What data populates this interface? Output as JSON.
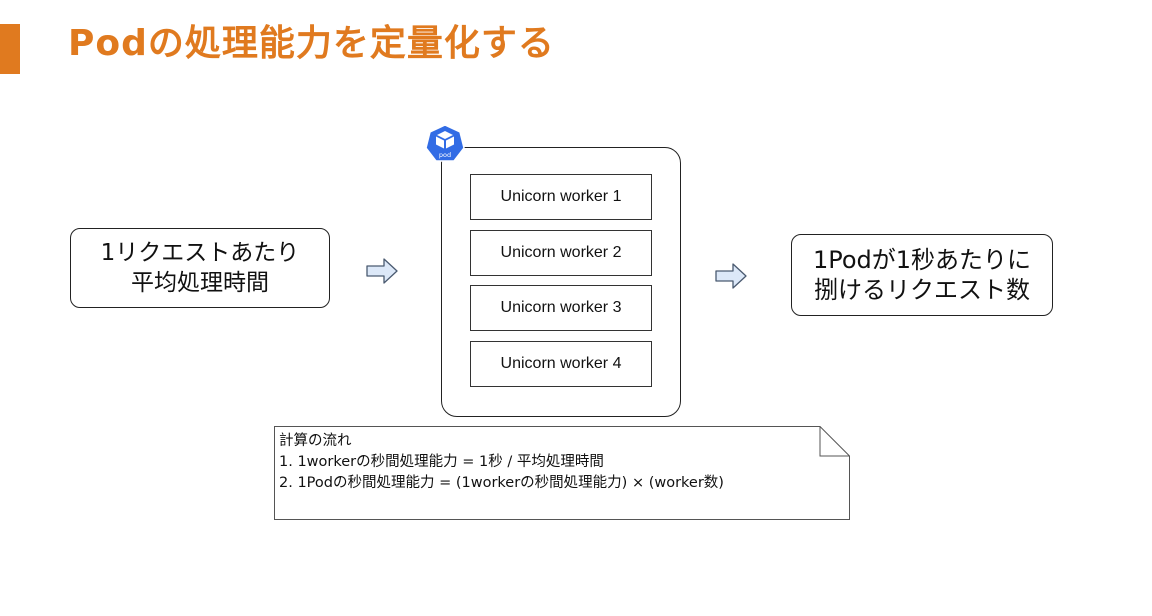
{
  "slide": {
    "title": "Podの処理能力を定量化する",
    "accent_color": "#e07a1f"
  },
  "diagram": {
    "input_box": {
      "line1": "1リクエストあたり",
      "line2": "平均処理時間"
    },
    "pod": {
      "icon_label": "pod",
      "icon_color": "#326ce5",
      "workers": [
        "Unicorn worker 1",
        "Unicorn worker 2",
        "Unicorn worker 3",
        "Unicorn worker 4"
      ]
    },
    "output_box": {
      "line1": "1Podが1秒あたりに",
      "line2": "捌けるリクエスト数"
    },
    "arrow_fill": "#dce8f8",
    "arrow_stroke": "#4a5a70"
  },
  "note": {
    "title": "計算の流れ",
    "line1": "1. 1workerの秒間処理能力 = 1秒 / 平均処理時間",
    "line2": "2. 1Podの秒間処理能力 = (1workerの秒間処理能力) × (worker数)"
  }
}
